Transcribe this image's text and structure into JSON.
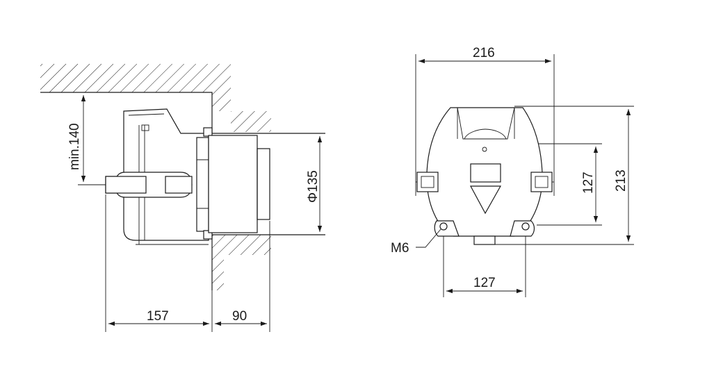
{
  "dimensions": {
    "wall_clearance": "min.140",
    "diameter": "Φ135",
    "depth_body": "157",
    "depth_flange": "90",
    "width_total": "216",
    "mount_spacing_vertical": "127",
    "height_total": "213",
    "mount_spacing_horizontal": "127",
    "hole_label": "M6"
  },
  "colors": {
    "line": "#1a1a1a",
    "background": "#ffffff"
  }
}
